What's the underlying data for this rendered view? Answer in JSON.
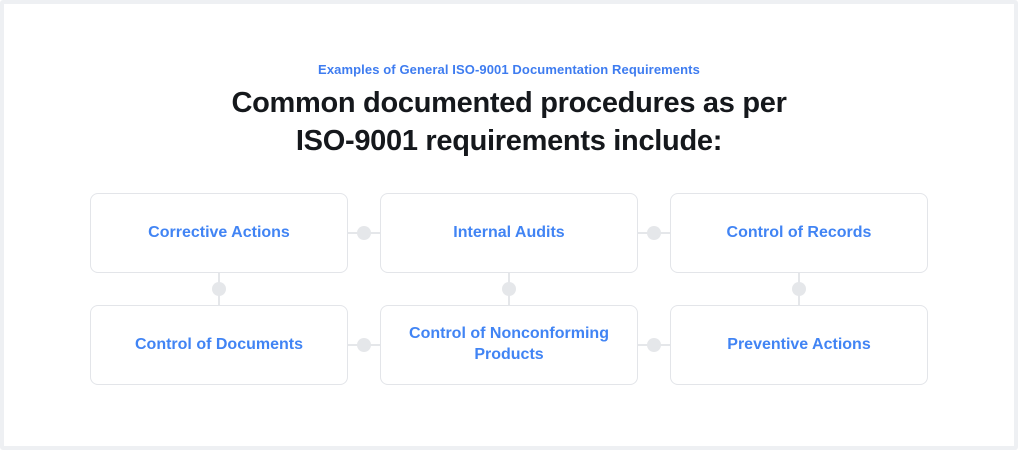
{
  "colors": {
    "accent_blue": "#4184f4",
    "title_text": "#15181c",
    "box_border": "#e3e5e9",
    "connector_gray": "#e5e7ea",
    "frame_border": "#eef0f3",
    "background": "#ffffff"
  },
  "header": {
    "eyebrow": "Examples of General ISO-9001 Documentation Requirements",
    "title_line1": "Common documented procedures as per",
    "title_line2": "ISO-9001 requirements include:"
  },
  "diagram": {
    "nodes": [
      {
        "id": "corrective-actions",
        "label": "Corrective Actions",
        "row": 1,
        "col": 1
      },
      {
        "id": "internal-audits",
        "label": "Internal Audits",
        "row": 1,
        "col": 2
      },
      {
        "id": "control-of-records",
        "label": "Control of Records",
        "row": 1,
        "col": 3
      },
      {
        "id": "control-of-documents",
        "label": "Control of Documents",
        "row": 2,
        "col": 1
      },
      {
        "id": "control-of-nonconforming-products",
        "label": "Control of Nonconforming Products",
        "row": 2,
        "col": 2
      },
      {
        "id": "preventive-actions",
        "label": "Preventive Actions",
        "row": 2,
        "col": 3
      }
    ],
    "connections": [
      {
        "from": "corrective-actions",
        "to": "internal-audits",
        "style": "horizontal-with-dot"
      },
      {
        "from": "internal-audits",
        "to": "control-of-records",
        "style": "horizontal-with-dot"
      },
      {
        "from": "control-of-documents",
        "to": "control-of-nonconforming-products",
        "style": "horizontal-with-dot"
      },
      {
        "from": "control-of-nonconforming-products",
        "to": "preventive-actions",
        "style": "horizontal-with-dot"
      },
      {
        "from": "corrective-actions",
        "to": "control-of-documents",
        "style": "vertical-with-dot"
      },
      {
        "from": "internal-audits",
        "to": "control-of-nonconforming-products",
        "style": "vertical-with-dot"
      },
      {
        "from": "control-of-records",
        "to": "preventive-actions",
        "style": "vertical-with-dot"
      }
    ]
  }
}
